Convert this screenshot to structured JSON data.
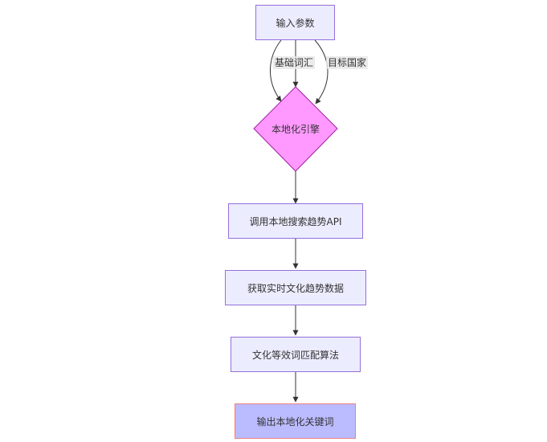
{
  "nodes": {
    "input": "输入参数",
    "engine": "本地化引擎",
    "api": "调用本地搜索趋势API",
    "fetch": "获取实时文化趋势数据",
    "match": "文化等效词匹配算法",
    "output": "输出本地化关键词"
  },
  "edges": {
    "base_vocab": "基础词汇",
    "target_country": "目标国家"
  },
  "colors": {
    "node_fill": "#ECECFF",
    "node_border": "#9370DB",
    "decision_fill": "#FF99FF",
    "decision_border": "#A020A0",
    "output_fill": "#BBBBFF",
    "output_border": "#F08080",
    "edge": "#333333"
  }
}
